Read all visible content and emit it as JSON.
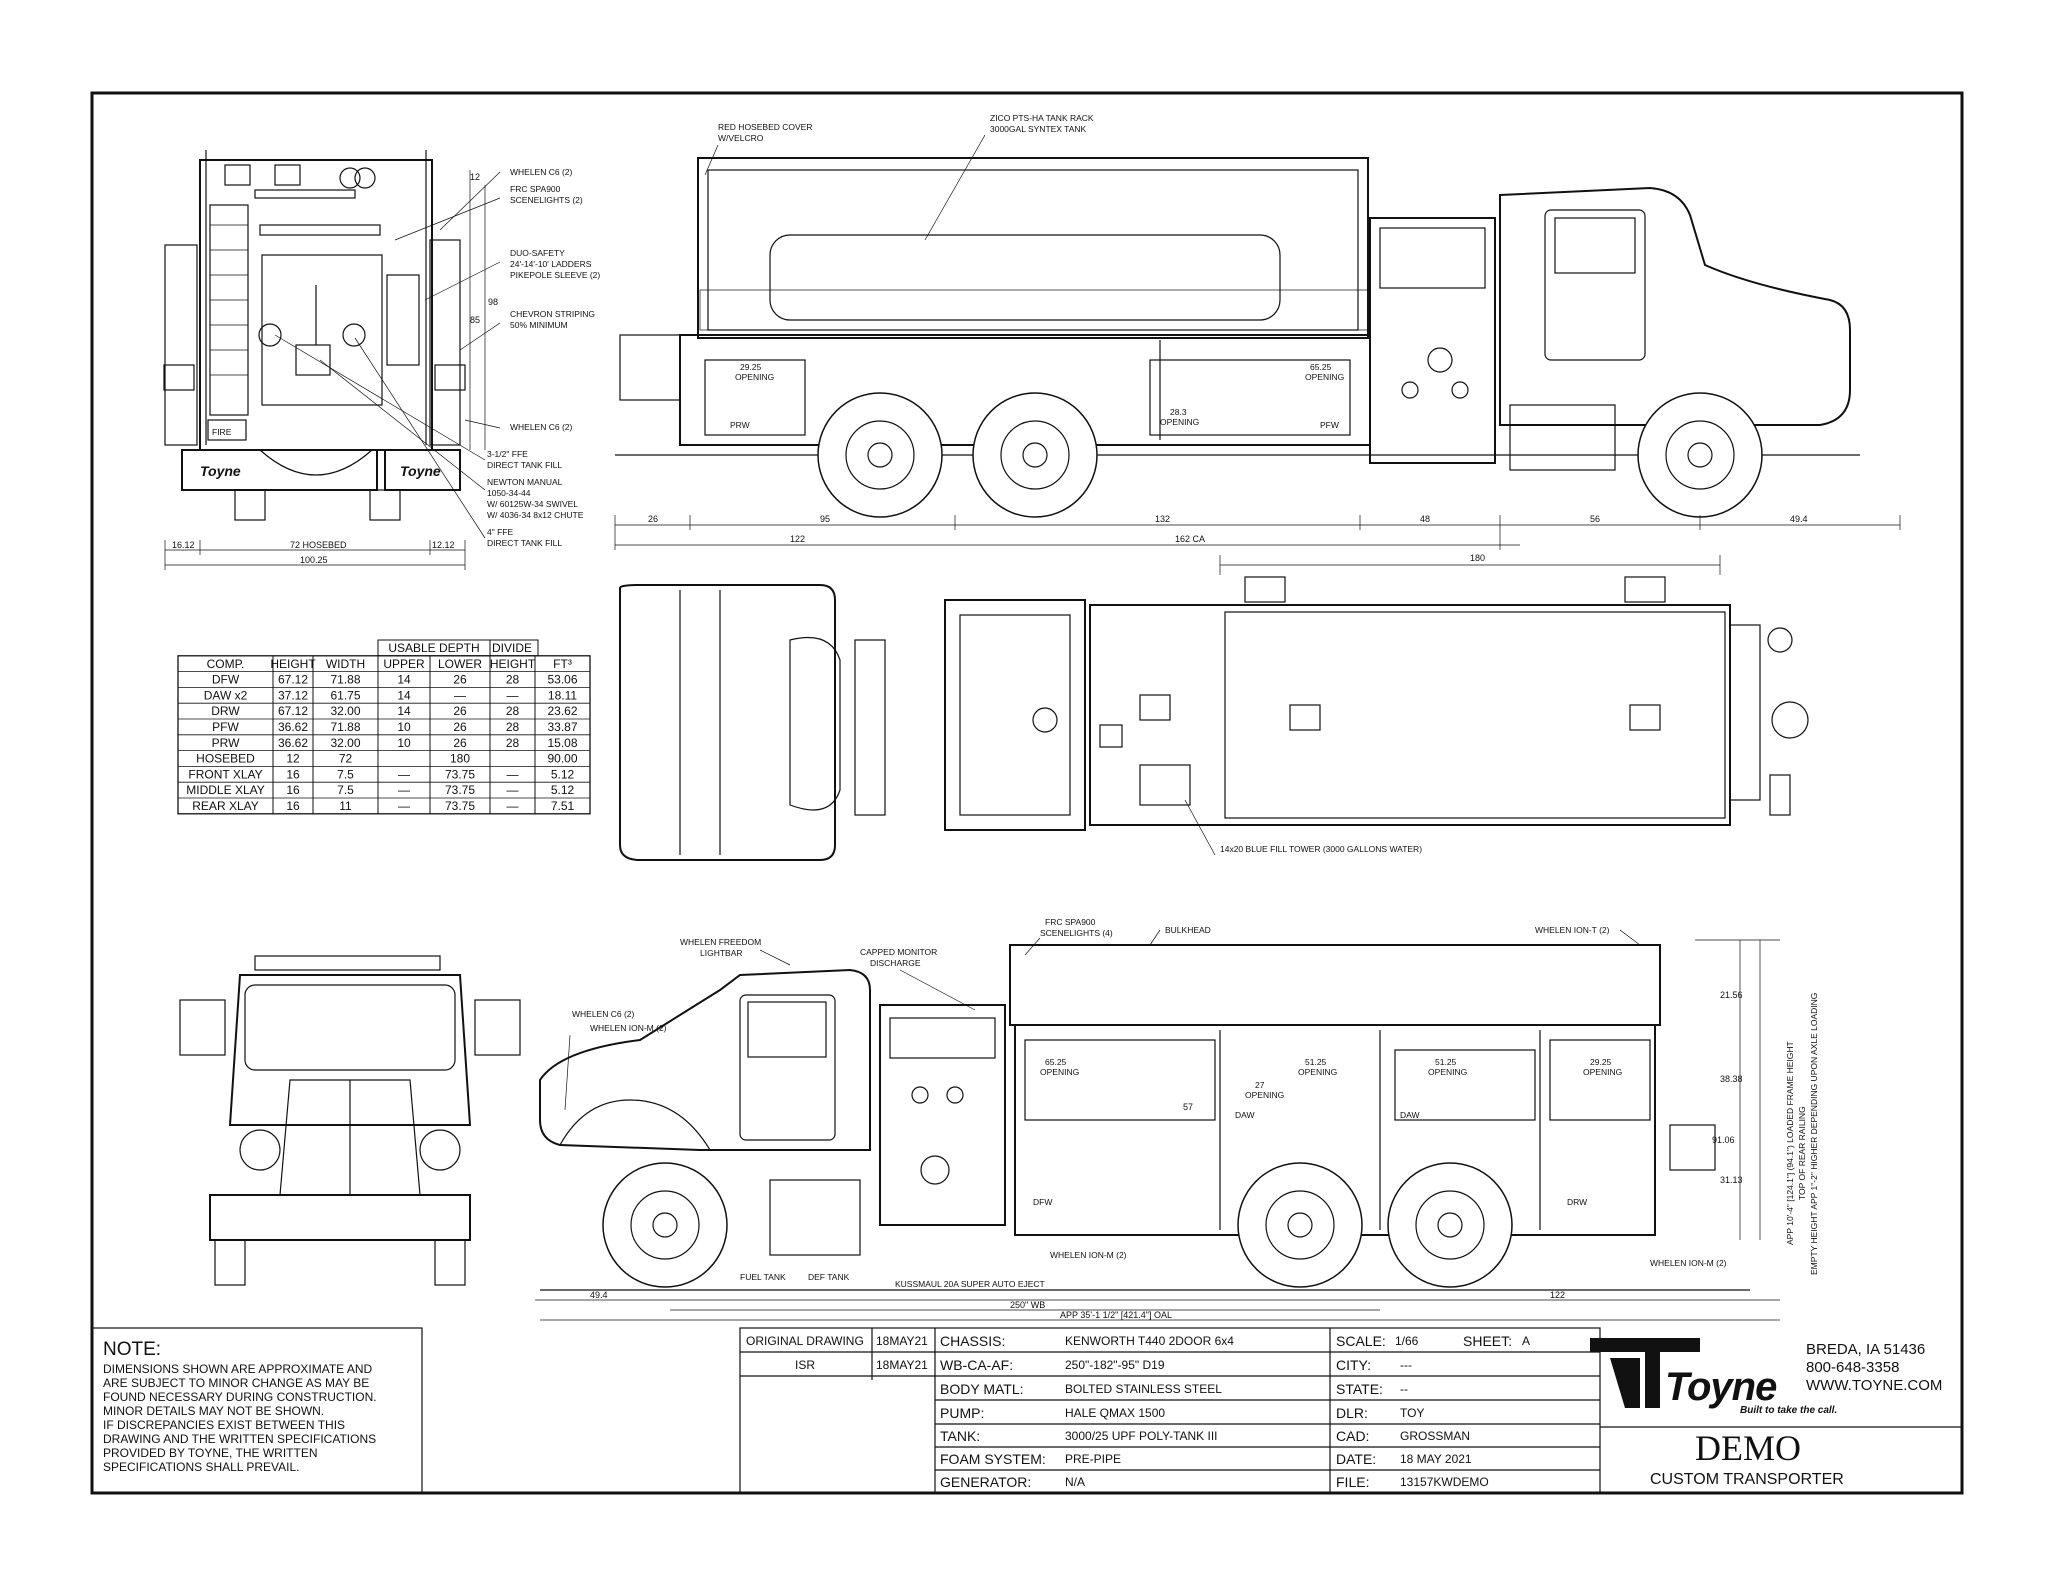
{
  "rear_view_labels": [
    "WHELEN C6 (2)",
    "FRC SPA900",
    "SCENELIGHTS (2)",
    "DUO-SAFETY",
    "24'-14'-10' LADDERS",
    "PIKEPOLE SLEEVE (2)",
    "CHEVRON STRIPING",
    "50% MINIMUM",
    "WHELEN C6 (2)",
    "3-1/2\" FFE",
    "DIRECT TANK FILL",
    "NEWTON MANUAL",
    "1050-34-44",
    "W/ 60125W-34 SWIVEL",
    "W/ 4036-34 8x12 CHUTE",
    "4\" FFE",
    "DIRECT TANK FILL"
  ],
  "rear_view_dims": [
    "12",
    "98",
    "85",
    "16.12",
    "72 HOSEBED",
    "12.12",
    "100.25"
  ],
  "rear_view_marks": {
    "fire": "FIRE",
    "brand": "Toyne"
  },
  "top_side_labels": [
    "RED HOSEBED COVER",
    "W/VELCRO",
    "ZICO PTS-HA TANK RACK",
    "3000GAL SYNTEX TANK"
  ],
  "top_side_openings": [
    {
      "size": "29.25",
      "word": "OPENING"
    },
    {
      "size": "28.3",
      "word": "OPENING"
    },
    {
      "size": "65.25",
      "word": "OPENING"
    }
  ],
  "top_side_comp_tags": [
    "PRW",
    "PFW"
  ],
  "top_side_dims": [
    "26",
    "95",
    "132",
    "162 CA",
    "48",
    "56",
    "49.4",
    "122"
  ],
  "plan_labels": {
    "dim_180": "180",
    "fill_tower": "14x20 BLUE FILL TOWER (3000 GALLONS WATER)"
  },
  "bottom_labels": [
    "WHELEN FREEDOM",
    "LIGHTBAR",
    "CAPPED MONITOR",
    "DISCHARGE",
    "FRC SPA900",
    "SCENELIGHTS (4)",
    "BULKHEAD",
    "WHELEN ION-T (2)",
    "WHELEN C6 (2)",
    "WHELEN ION-M (2)",
    "FUEL TANK",
    "DEF TANK",
    "KUSSMAUL 20A SUPER AUTO EJECT",
    "WHELEN ION-M (2)",
    "WHELEN ION-M (2)"
  ],
  "bottom_openings": [
    {
      "size": "65.25",
      "word": "OPENING"
    },
    {
      "size": "27",
      "word": "OPENING"
    },
    {
      "size": "51.25",
      "word": "OPENING"
    },
    {
      "size": "51.25",
      "word": "OPENING"
    },
    {
      "size": "29.25",
      "word": "OPENING"
    }
  ],
  "bottom_comp_tags": [
    "DAW",
    "DAW",
    "DFW",
    "DRW"
  ],
  "bottom_dims": [
    "57",
    "21.56",
    "38.38",
    "91.06",
    "31.13",
    "49.4",
    "250\" WB",
    "APP 35'-1 1/2\" [421.4\"] OAL",
    "122"
  ],
  "bottom_vert_notes": [
    "APP 10'-4\" [124.1\"] (94.1\") LOADED FRAME HEIGHT",
    "TOP OF REAR RAILING",
    "EMPTY HEIGHT APP 1\"-2\" HIGHER DEPENDING UPON AXLE LOADING"
  ],
  "comp_table": {
    "group_headers": [
      "USABLE DEPTH",
      "DIVIDE"
    ],
    "headers": [
      "COMP.",
      "HEIGHT",
      "WIDTH",
      "UPPER",
      "LOWER",
      "HEIGHT",
      "FT³"
    ],
    "rows": [
      [
        "DFW",
        "67.12",
        "71.88",
        "14",
        "26",
        "28",
        "53.06"
      ],
      [
        "DAW x2",
        "37.12",
        "61.75",
        "14",
        "—",
        "—",
        "18.11"
      ],
      [
        "DRW",
        "67.12",
        "32.00",
        "14",
        "26",
        "28",
        "23.62"
      ],
      [
        "PFW",
        "36.62",
        "71.88",
        "10",
        "26",
        "28",
        "33.87"
      ],
      [
        "PRW",
        "36.62",
        "32.00",
        "10",
        "26",
        "28",
        "15.08"
      ],
      [
        "HOSEBED",
        "12",
        "72",
        "",
        "180",
        "",
        "90.00"
      ],
      [
        "FRONT XLAY",
        "16",
        "7.5",
        "—",
        "73.75",
        "—",
        "5.12"
      ],
      [
        "MIDDLE XLAY",
        "16",
        "7.5",
        "—",
        "73.75",
        "—",
        "5.12"
      ],
      [
        "REAR XLAY",
        "16",
        "11",
        "—",
        "73.75",
        "—",
        "7.51"
      ]
    ]
  },
  "notes": {
    "heading": "NOTE:",
    "lines": [
      "DIMENSIONS SHOWN ARE APPROXIMATE AND",
      "ARE SUBJECT TO MINOR CHANGE AS MAY BE",
      "FOUND NECESSARY DURING CONSTRUCTION.",
      "MINOR DETAILS MAY NOT BE SHOWN.",
      "IF DISCREPANCIES EXIST BETWEEN THIS",
      "DRAWING AND THE WRITTEN SPECIFICATIONS",
      "PROVIDED BY TOYNE, THE WRITTEN",
      "SPECIFICATIONS SHALL PREVAIL."
    ]
  },
  "revisions": [
    {
      "label": "ORIGINAL DRAWING",
      "date": "18MAY21"
    },
    {
      "label": "ISR",
      "date": "18MAY21"
    }
  ],
  "specs": [
    {
      "label": "CHASSIS:",
      "value": "KENWORTH T440 2DOOR 6x4"
    },
    {
      "label": "WB-CA-AF:",
      "value": "250\"-182\"-95\" D19"
    },
    {
      "label": "BODY MATL:",
      "value": "BOLTED STAINLESS STEEL"
    },
    {
      "label": "PUMP:",
      "value": "HALE QMAX 1500"
    },
    {
      "label": "TANK:",
      "value": "3000/25 UPF POLY-TANK III"
    },
    {
      "label": "FOAM SYSTEM:",
      "value": "PRE-PIPE"
    },
    {
      "label": "GENERATOR:",
      "value": "N/A"
    }
  ],
  "info": [
    {
      "label": "SCALE:",
      "value": "1/66"
    },
    {
      "label": "CITY:",
      "value": "---"
    },
    {
      "label": "STATE:",
      "value": "--"
    },
    {
      "label": "DLR:",
      "value": "TOY"
    },
    {
      "label": "CAD:",
      "value": "GROSSMAN"
    },
    {
      "label": "DATE:",
      "value": "18 MAY 2021"
    },
    {
      "label": "FILE:",
      "value": "13157KWDEMO"
    }
  ],
  "sheet": {
    "label": "SHEET:",
    "value": "A"
  },
  "company": {
    "name": "Toyne",
    "tagline": "Built to take the call.",
    "address": "BREDA, IA 51436",
    "phone": "800-648-3358",
    "web": "WWW.TOYNE.COM"
  },
  "project": {
    "title": "DEMO",
    "subtitle": "CUSTOM TRANSPORTER"
  },
  "colors": {
    "line": "#111111",
    "paper": "#ffffff"
  }
}
